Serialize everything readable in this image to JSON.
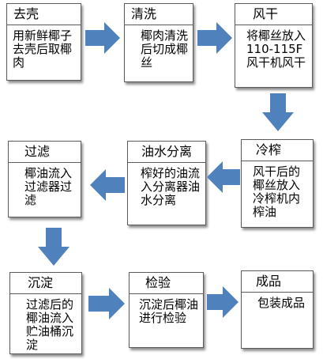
{
  "colors": {
    "arrow": "#4f81bd",
    "border": "#5a5a5a"
  },
  "steps": [
    {
      "id": "peel",
      "title": "去壳",
      "desc": "用新鲜椰子去壳后取椰肉"
    },
    {
      "id": "wash",
      "title": "清洗",
      "desc": "椰肉清洗后切成椰丝"
    },
    {
      "id": "dry",
      "title": "风干",
      "desc": "将椰丝放入110-115F风干机风干"
    },
    {
      "id": "press",
      "title": "冷榨",
      "desc": "风干后的椰丝放入冷榨机内榨油"
    },
    {
      "id": "separate",
      "title": "油水分离",
      "desc": "榨好的油流入分离器油水分离"
    },
    {
      "id": "filter",
      "title": "过滤",
      "desc": "椰油流入过滤器过滤"
    },
    {
      "id": "settle",
      "title": "沉淀",
      "desc": "过滤后的椰油流入贮油桶沉淀"
    },
    {
      "id": "inspect",
      "title": "检验",
      "desc": "沉淀后椰油进行检验"
    },
    {
      "id": "product",
      "title": "成品",
      "desc": "包装成品"
    }
  ]
}
